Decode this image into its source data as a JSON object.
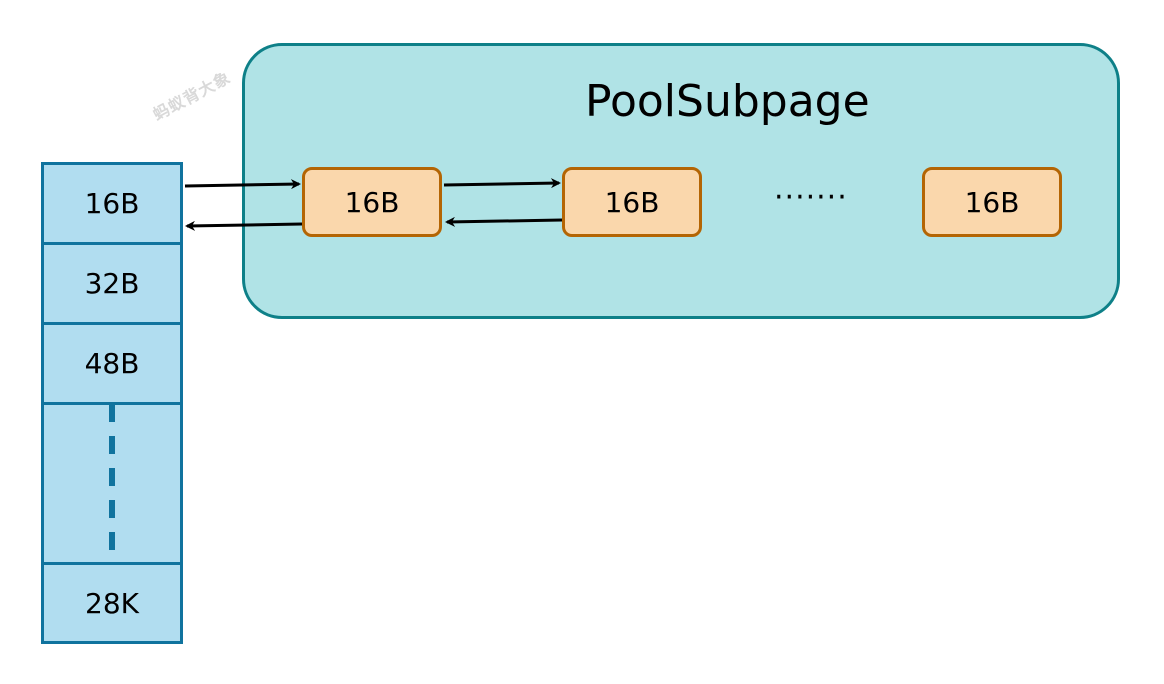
{
  "watermark": "蚂蚁背大象",
  "pool": {
    "title": "PoolSubpage",
    "nodes": [
      "16B",
      "16B",
      "16B"
    ],
    "ellipsis": "·······"
  },
  "size_table": {
    "cells": [
      "16B",
      "32B",
      "48B",
      "",
      "28K"
    ]
  },
  "colors": {
    "pool_fill": "#b0e3e6",
    "pool_border": "#0e8088",
    "node_fill": "#fad7ac",
    "node_border": "#b46504",
    "table_fill": "#b1ddf0",
    "table_border": "#10739e"
  }
}
